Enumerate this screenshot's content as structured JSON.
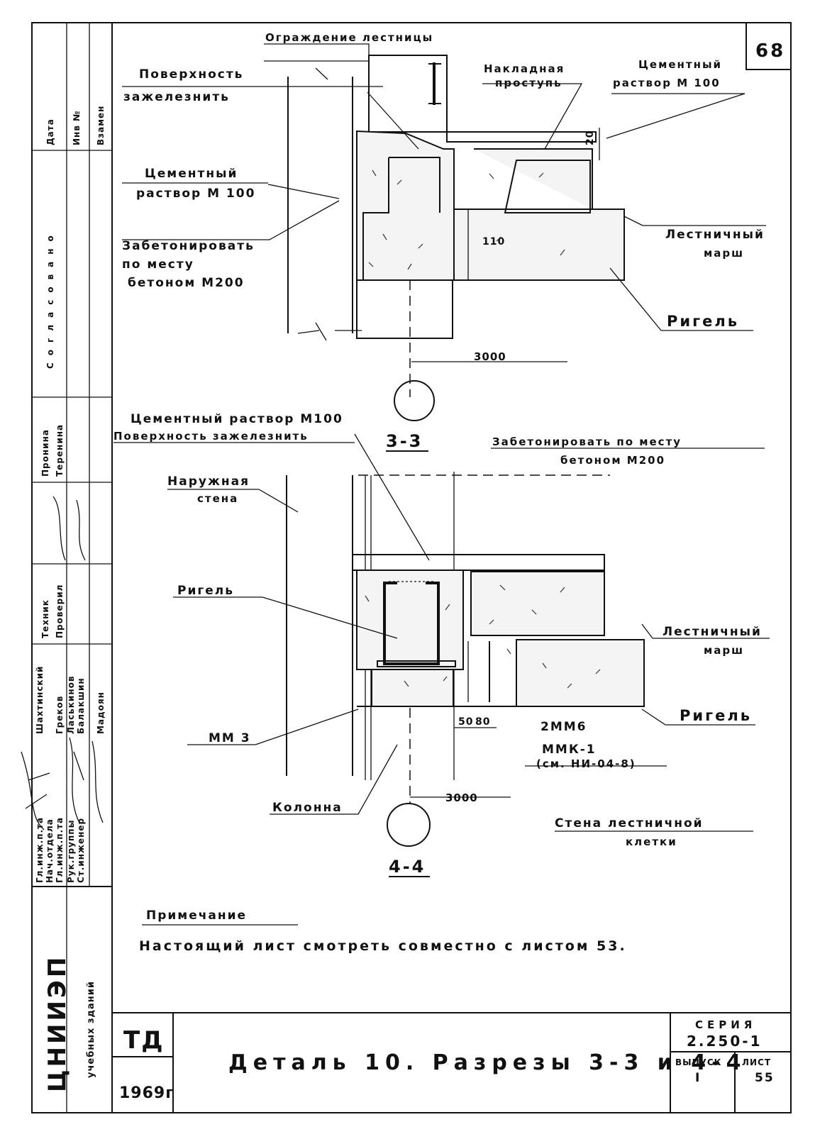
{
  "sheet": {
    "number": "68",
    "series_label": "СЕРИЯ",
    "series_value": "2.250-1",
    "issue_label": "ВЫПУСК",
    "issue_value": "I",
    "sheet_label": "ЛИСТ",
    "sheet_value": "55",
    "org_short": "ТД",
    "year": "1969г",
    "title": "Деталь 10.  Разрезы 3-3 и 4-4",
    "institute": "ЦНИИЭП",
    "institute_sub": "учебных зданий"
  },
  "section_3": {
    "label": "3-3",
    "callouts": {
      "railing": "Ограждение лестницы",
      "surface": "Поверхность",
      "surface2": "зажелезнить",
      "tread": "Накладная",
      "tread2": "проступь",
      "cement_right": "Цементный",
      "cement_right2": "раствор  М 100",
      "cement_left": "Цементный",
      "cement_left2": "раствор  М 100",
      "concrete": "Забетонировать",
      "concrete2": "по  месту",
      "concrete3": "бетоном  М200",
      "flight": "Лестничный",
      "flight2": "марш",
      "beam": "Ригель"
    },
    "dims": {
      "d20": "20",
      "d110": "110",
      "d3000": "3000"
    }
  },
  "section_4": {
    "label": "4-4",
    "callouts": {
      "cement": "Цементный раствор М100",
      "surface": "Поверхность зажелезнить",
      "concrete": "Забетонировать по месту",
      "concrete2": "бетоном  М200",
      "wall": "Наружная",
      "wall2": "стена",
      "beam_left": "Ригель",
      "flight": "Лестничный",
      "flight2": "марш",
      "beam_right": "Ригель",
      "mm6": "2ММ6",
      "mmk": "ММК-1",
      "mmk2": "(см. НИ-04-8)",
      "mm3": "ММ 3",
      "column": "Колонна",
      "stair_wall": "Стена лестничной",
      "stair_wall2": "клетки"
    },
    "dims": {
      "d50": "50",
      "d80": "80",
      "d3000": "3000"
    }
  },
  "note": {
    "heading": "Примечание",
    "text": "Настоящий  лист  смотреть  совместно  с  листом  53."
  },
  "side_strip": {
    "top": [
      "Дата",
      "Инв №",
      "Взамен"
    ],
    "agreed": "Согласовано",
    "checkers": [
      "Пронина",
      "Теренина"
    ],
    "tech": [
      "Техник",
      "Проверил"
    ],
    "roles": [
      "Гл.инж.п.та",
      "Нач.отдела",
      "Гл.инж.п.та",
      "Рук.группы",
      "Ст.инженер"
    ],
    "names": [
      "Шахтинский",
      "Греков",
      "Ласькинов",
      "Балакшин",
      "Мадоян"
    ]
  }
}
